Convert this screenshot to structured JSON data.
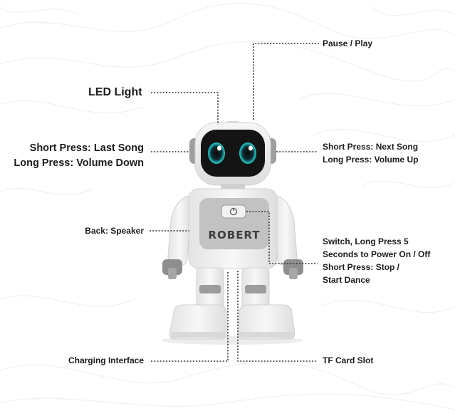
{
  "labels": {
    "pause_play": "Pause / Play",
    "led_light": "LED Light",
    "left_ear": {
      "line1": "Short Press: Last Song",
      "line2": "Long Press: Volume Down"
    },
    "right_ear": {
      "line1": "Short Press: Next Song",
      "line2": "Long Press: Volume Up"
    },
    "back_speaker": "Back: Speaker",
    "switch": {
      "line1": "Switch, Long Press 5",
      "line2": "Seconds to Power On / Off",
      "line3": "Short Press: Stop /",
      "line4": "Start Dance"
    },
    "charging": "Charging Interface",
    "tf_card": "TF Card Slot"
  },
  "robot": {
    "chest_logo": "ROBERT"
  },
  "colors": {
    "body_white": "#f1f1f1",
    "body_gray": "#a9a9a9",
    "panel_gray": "#c4c4c4",
    "face_dark": "#161616",
    "eye_teal": "#27d4d4",
    "leader_line": "#333333",
    "background_contours": "#f1f1f1"
  }
}
